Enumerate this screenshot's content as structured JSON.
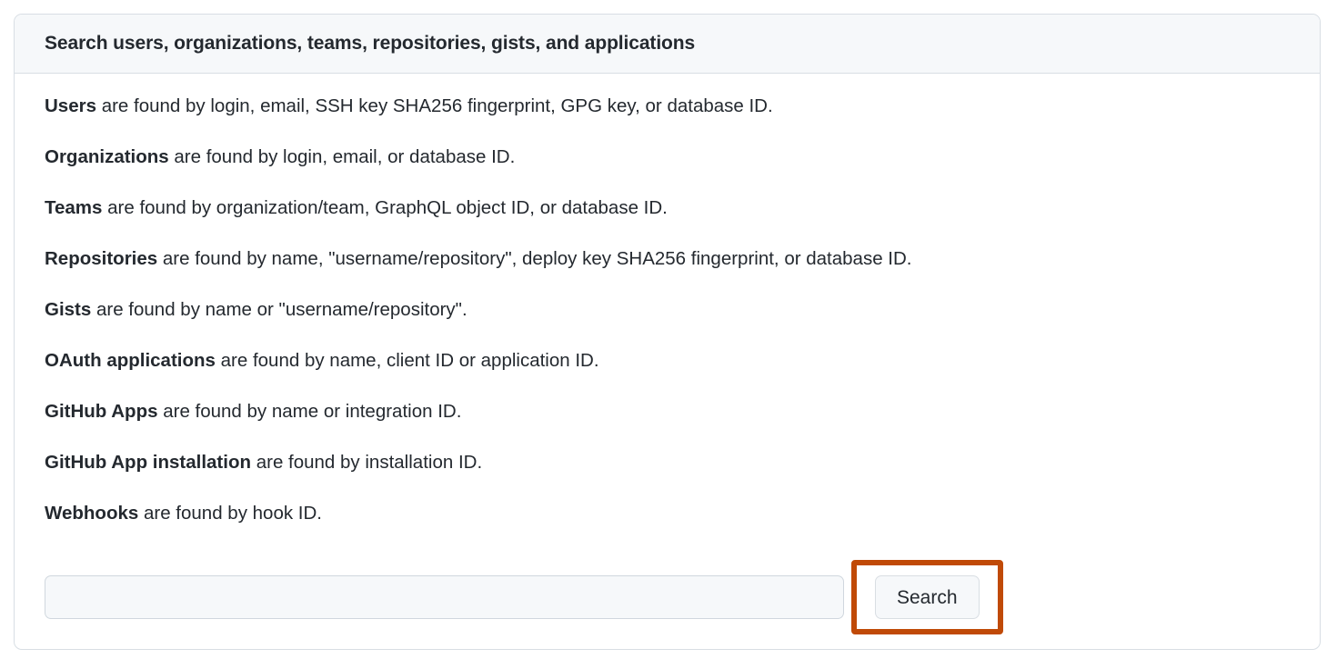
{
  "card": {
    "header_title": "Search users, organizations, teams, repositories, gists, and applications",
    "descriptions": [
      {
        "term": "Users",
        "rest": " are found by login, email, SSH key SHA256 fingerprint, GPG key, or database ID."
      },
      {
        "term": "Organizations",
        "rest": " are found by login, email, or database ID."
      },
      {
        "term": "Teams",
        "rest": " are found by organization/team, GraphQL object ID, or database ID."
      },
      {
        "term": "Repositories",
        "rest": " are found by name, \"username/repository\", deploy key SHA256 fingerprint, or database ID."
      },
      {
        "term": "Gists",
        "rest": " are found by name or \"username/repository\"."
      },
      {
        "term": "OAuth applications",
        "rest": " are found by name, client ID or application ID."
      },
      {
        "term": "GitHub Apps",
        "rest": " are found by name or integration ID."
      },
      {
        "term": "GitHub App installation",
        "rest": " are found by installation ID."
      },
      {
        "term": "Webhooks",
        "rest": " are found by hook ID."
      }
    ],
    "search": {
      "input_value": "",
      "input_placeholder": "",
      "button_label": "Search"
    }
  },
  "colors": {
    "highlight": "#c04a07",
    "card_border": "#d8dee4",
    "header_bg": "#f6f8fa",
    "text": "#24292f",
    "field_bg": "#f6f8fa"
  }
}
